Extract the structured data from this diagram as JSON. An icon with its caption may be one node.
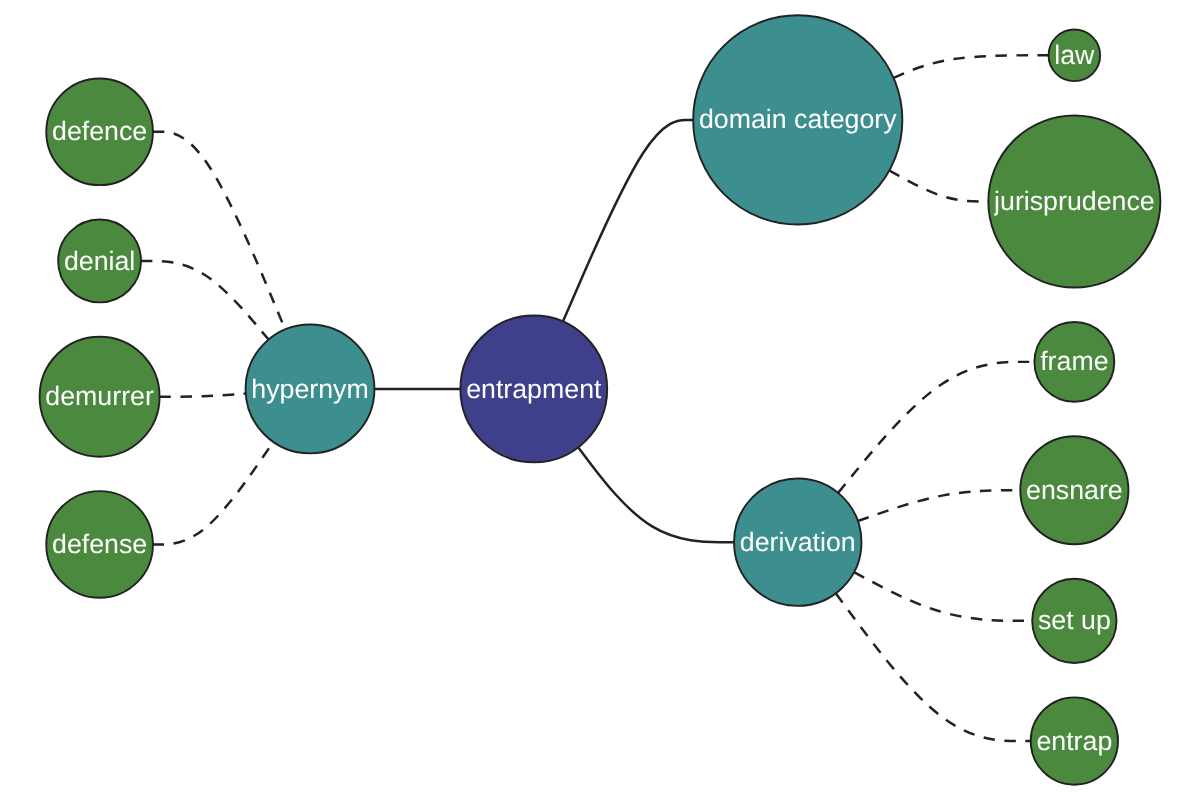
{
  "diagram": {
    "nodes": [
      {
        "text": [
          "law"
        ]
      },
      {
        "text": [
          "jurisprudence"
        ]
      },
      {
        "text": [
          "domain category"
        ]
      },
      {
        "text": [
          "defence"
        ]
      },
      {
        "text": [
          "denial"
        ]
      },
      {
        "text": [
          "hypernym"
        ]
      },
      {
        "text": [
          "entrapment"
        ]
      },
      {
        "text": [
          "demurrer"
        ]
      },
      {
        "text": [
          "defense"
        ]
      },
      {
        "text": [
          "frame"
        ]
      },
      {
        "text": [
          "derivation"
        ]
      },
      {
        "text": [
          "ensnare"
        ]
      },
      {
        "text": [
          "entrap"
        ]
      },
      {
        "text": [
          "set up"
        ]
      }
    ],
    "edges": [
      {
        "from": 2,
        "to": 0,
        "arrow": "none",
        "style": "dashed"
      },
      {
        "from": 2,
        "to": 1,
        "arrow": "none",
        "style": "dashed"
      },
      {
        "from": 6,
        "to": 2,
        "arrow": "none"
      },
      {
        "from": 3,
        "to": 5,
        "arrow": "none",
        "style": "dashed"
      },
      {
        "from": 4,
        "to": 5,
        "arrow": "none",
        "style": "dashed"
      },
      {
        "from": 5,
        "to": 6,
        "arrow": "none"
      },
      {
        "from": 7,
        "to": 5,
        "arrow": "none",
        "style": "dashed"
      },
      {
        "from": 8,
        "to": 5,
        "arrow": "none",
        "style": "dashed"
      },
      {
        "from": 6,
        "to": 10,
        "arrow": "none"
      },
      {
        "from": 10,
        "to": 9,
        "arrow": "none",
        "style": "dashed"
      },
      {
        "from": 10,
        "to": 11,
        "arrow": "none",
        "style": "dashed"
      },
      {
        "from": 10,
        "to": 13,
        "arrow": "none",
        "style": "dashed"
      },
      {
        "from": 10,
        "to": 12,
        "arrow": "none",
        "style": "dashed"
      }
    ]
  }
}
